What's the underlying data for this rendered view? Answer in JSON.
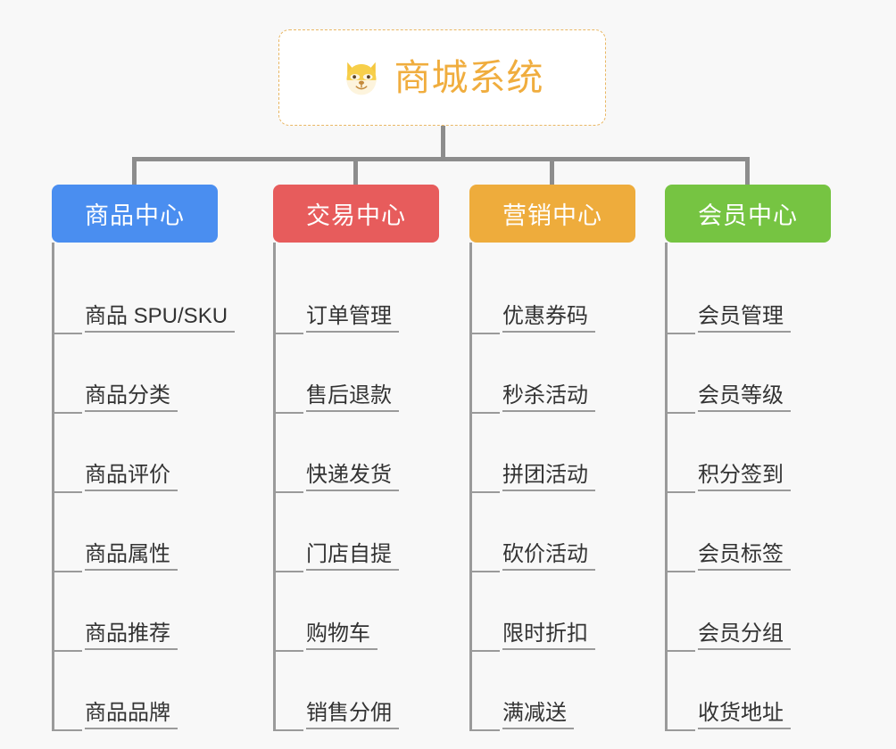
{
  "page": {
    "background_color": "#f8f8f8",
    "line_color": "#8d8d8d"
  },
  "root": {
    "title": "商城系统",
    "icon": "shiba-dog-face-emoji",
    "text_color": "#f0ad3e",
    "border_color": "#e9b764",
    "background_color": "#ffffff"
  },
  "categories": [
    {
      "label": "商品中心",
      "color": "#4a8ef0",
      "items": [
        "商品 SPU/SKU",
        "商品分类",
        "商品评价",
        "商品属性",
        "商品推荐",
        "商品品牌"
      ]
    },
    {
      "label": "交易中心",
      "color": "#e75c5c",
      "items": [
        "订单管理",
        "售后退款",
        "快递发货",
        "门店自提",
        "购物车",
        "销售分佣"
      ]
    },
    {
      "label": "营销中心",
      "color": "#eeac3c",
      "items": [
        "优惠券码",
        "秒杀活动",
        "拼团活动",
        "砍价活动",
        "限时折扣",
        "满减送"
      ]
    },
    {
      "label": "会员中心",
      "color": "#76c442",
      "items": [
        "会员管理",
        "会员等级",
        "积分签到",
        "会员标签",
        "会员分组",
        "收货地址"
      ]
    }
  ]
}
